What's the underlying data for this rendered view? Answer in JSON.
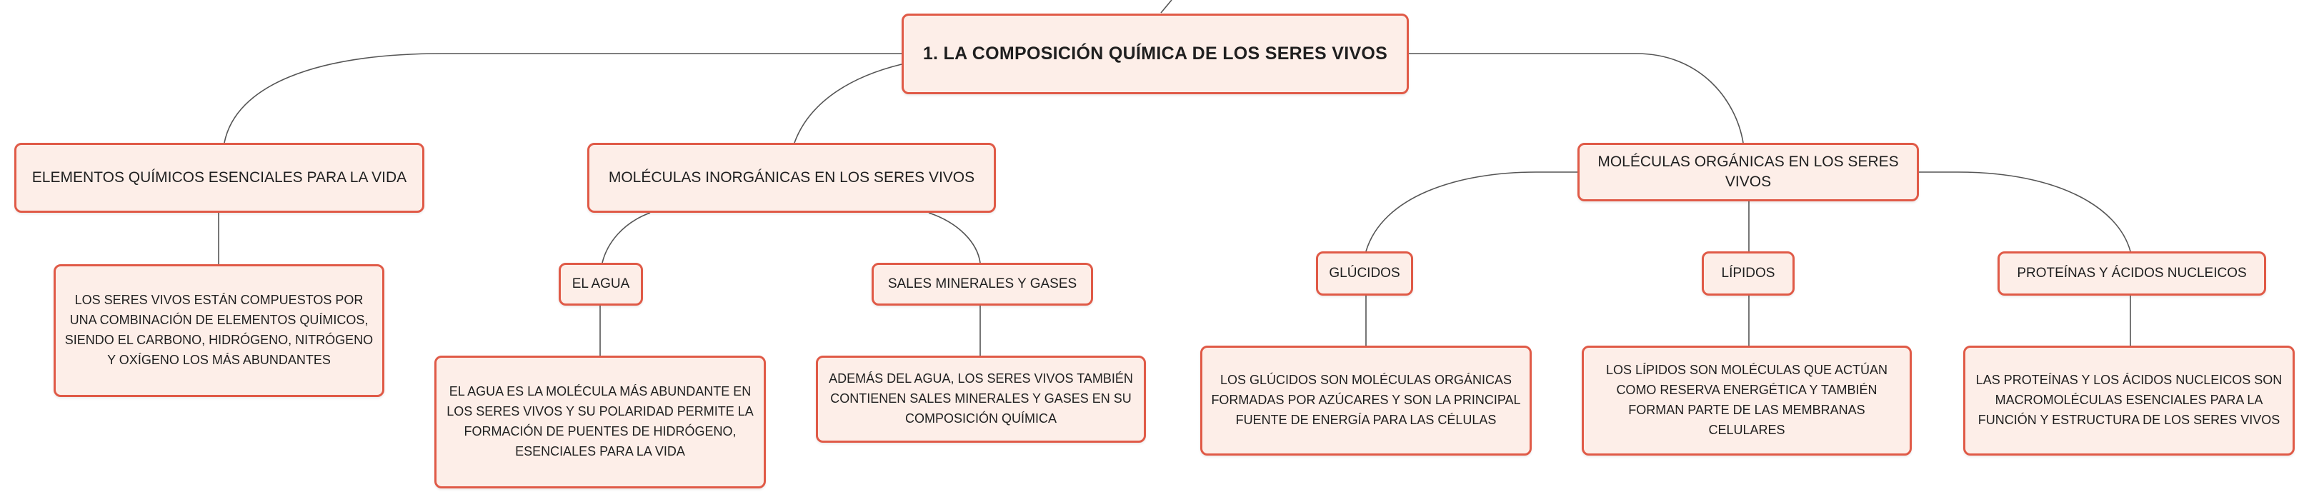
{
  "colors": {
    "border": "#e05a47",
    "fill": "#fdeee8",
    "line": "#555555"
  },
  "root": {
    "title": "1. LA COMPOSICIÓN QUÍMICA DE LOS SERES VIVOS"
  },
  "branches": {
    "elements": {
      "title": "ELEMENTOS QUÍMICOS ESENCIALES PARA LA VIDA",
      "description": "LOS SERES VIVOS ESTÁN COMPUESTOS POR UNA COMBINACIÓN DE ELEMENTOS QUÍMICOS, SIENDO EL CARBONO, HIDRÓGENO, NITRÓGENO Y OXÍGENO LOS MÁS ABUNDANTES"
    },
    "inorganic": {
      "title": "MOLÉCULAS INORGÁNICAS EN LOS SERES VIVOS",
      "water": {
        "title": "EL AGUA",
        "description": "EL AGUA ES LA MOLÉCULA MÁS ABUNDANTE EN LOS SERES VIVOS Y SU POLARIDAD PERMITE LA FORMACIÓN DE PUENTES DE HIDRÓGENO, ESENCIALES PARA LA VIDA"
      },
      "salts": {
        "title": "SALES MINERALES Y GASES",
        "description": "ADEMÁS DEL AGUA, LOS SERES VIVOS TAMBIÉN CONTIENEN SALES MINERALES Y GASES EN SU COMPOSICIÓN QUÍMICA"
      }
    },
    "organic": {
      "title": "MOLÉCULAS ORGÁNICAS EN LOS SERES VIVOS",
      "carbs": {
        "title": "GLÚCIDOS",
        "description": "LOS GLÚCIDOS SON MOLÉCULAS ORGÁNICAS FORMADAS POR AZÚCARES Y SON LA PRINCIPAL FUENTE DE ENERGÍA PARA LAS CÉLULAS"
      },
      "lipids": {
        "title": "LÍPIDOS",
        "description": "LOS LÍPIDOS SON MOLÉCULAS QUE ACTÚAN COMO RESERVA ENERGÉTICA Y TAMBIÉN FORMAN PARTE DE LAS MEMBRANAS CELULARES"
      },
      "proteins": {
        "title": "PROTEÍNAS Y ÁCIDOS NUCLEICOS",
        "description": "LAS PROTEÍNAS Y LOS ÁCIDOS NUCLEICOS SON MACROMOLÉCULAS ESENCIALES PARA LA FUNCIÓN Y ESTRUCTURA DE LOS SERES VIVOS"
      }
    }
  }
}
